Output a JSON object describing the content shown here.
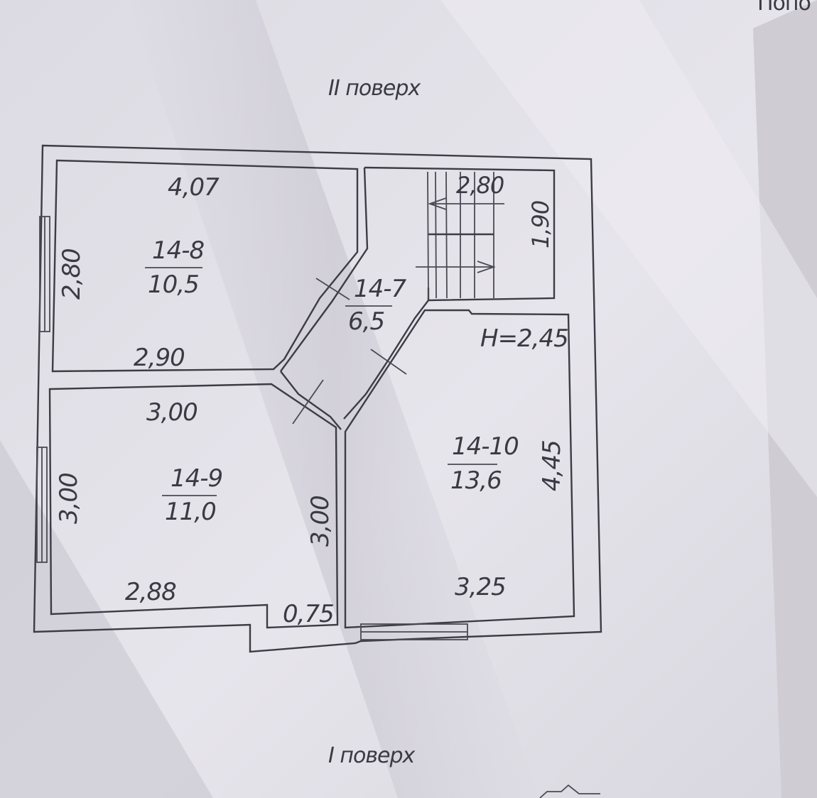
{
  "corner_text": "Попо",
  "floor_titles": {
    "upper": "II поверх",
    "lower": "I поверх"
  },
  "rooms": [
    {
      "id": "14-8",
      "label": "14-8",
      "area": "10,5",
      "dims": [
        "4,07",
        "2,80",
        "2,90"
      ]
    },
    {
      "id": "14-7",
      "label": "14-7",
      "area": "6,5"
    },
    {
      "id": "14-9",
      "label": "14-9",
      "area": "11,0",
      "dims": [
        "3,00",
        "3,00",
        "3,00",
        "2,88",
        "0,75"
      ]
    },
    {
      "id": "14-10",
      "label": "14-10",
      "area": "13,6",
      "dims": [
        "4,45",
        "3,25"
      ]
    }
  ],
  "stair": {
    "dims": [
      "2,80",
      "1,90"
    ]
  },
  "ceiling_height": "H=2,45",
  "colors": {
    "paper": "#e6e4ea",
    "ink": "#3a3a44",
    "shadow": "#bdbac4"
  }
}
